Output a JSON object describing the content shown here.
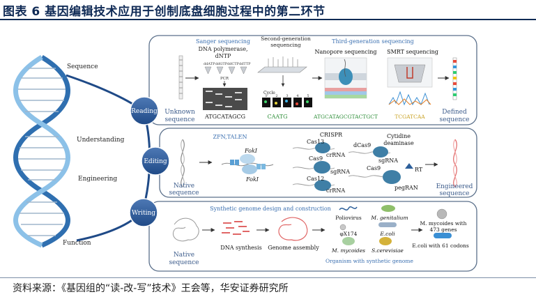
{
  "figure": {
    "title": "图表 6 基因编辑技术应用于创制底盘细胞过程中的第二环节",
    "source": "资料来源：《基因组的“读-改-写”技术》王会等，华安证券研究所"
  },
  "helix": {
    "labels": [
      "Sequence",
      "Understanding",
      "Engineering",
      "Function"
    ]
  },
  "reading": {
    "node": "Reading",
    "input_label": [
      "Unknown",
      "sequence"
    ],
    "output_label": [
      "Defined",
      "sequence"
    ],
    "sanger": {
      "title": "Sanger sequencing",
      "reagents": [
        "DNA polymerase,",
        "dNTP"
      ],
      "ddntp": [
        "ddATP",
        "ddGTP",
        "ddCTP",
        "ddTTP"
      ],
      "pcr": "PCR",
      "seq": "ATGCATAGCG"
    },
    "second_gen": {
      "title": [
        "Second-generation",
        "sequencing"
      ],
      "cycle": "Cycle",
      "cycle_nums": [
        "1",
        "2",
        "3",
        "4",
        "5"
      ],
      "seq": "CAATG"
    },
    "third_gen": {
      "title": "Third-generation sequencing",
      "nanopore": "Nanopore sequencing",
      "smrt": "SMRT sequencing",
      "nanopore_seq": "ATGCATAGCGTACTGCT",
      "smrt_seq": "TCGATCAA"
    }
  },
  "editing": {
    "node": "Editing",
    "input_label": [
      "Native",
      "sequence"
    ],
    "output_label": [
      "Engineered",
      "sequence"
    ],
    "zfn_title": "ZFN,TALEN",
    "fokl_top": "FokI",
    "fokl_bottom": "FokI",
    "crispr_title": "CRISPR",
    "cas13": "Cas13",
    "cas13_rna": "crRNA",
    "cas9_a": "Cas9",
    "cas9_a_rna": "sgRNA",
    "cas12": "Cas12",
    "cas12_rna": "crRNA",
    "dcas9": "dCas9",
    "deaminase": [
      "Cytidine",
      "deaminase"
    ],
    "dcas9_rna": "sgRNA",
    "cas9_b": "Cas9",
    "rt": "RT",
    "pegrna": "pegRAN"
  },
  "writing": {
    "node": "Writing",
    "input_label": [
      "Native",
      "sequence"
    ],
    "design_title": "Synthetic genome design and construction",
    "synthesis": "DNA synthesis",
    "assembly": "Genome assembly",
    "organisms": [
      "Poliovirus",
      "M. genitalium",
      "φX174",
      "E.coli",
      "M. mycoides",
      "S.cerevisiae"
    ],
    "organism_title": "Organism with synthetic genome",
    "result_1": [
      "M. mycoides with",
      "473 genes"
    ],
    "result_2": "E.coli with 61 codons"
  }
}
